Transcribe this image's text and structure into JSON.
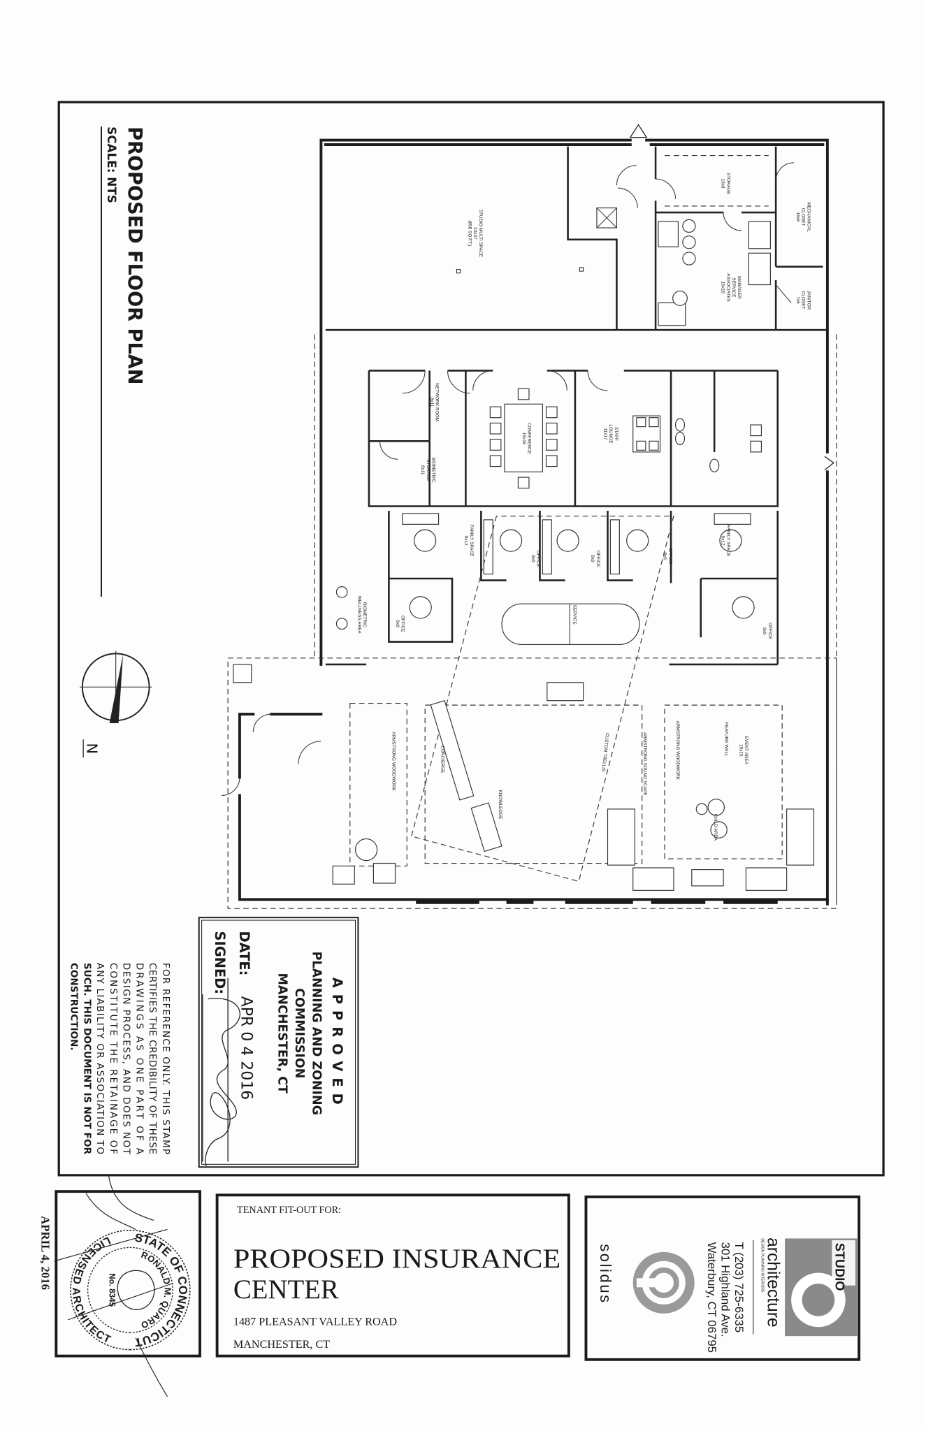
{
  "sheet": {
    "title": "PROPOSED FLOOR PLAN",
    "scale": "SCALE: NTS",
    "north_label": "N"
  },
  "rooms": {
    "studio_multi_space": [
      "STUDIO MULTI SPACE",
      "23x37",
      "(658 SQ FT.)"
    ],
    "storage": [
      "STORAGE",
      "15x8"
    ],
    "mechanical_closet": [
      "MECHANICAL",
      "CLOSET",
      "16x6"
    ],
    "janitor_closet": [
      "JANITOR",
      "CLOSET",
      "7x6"
    ],
    "manager_service": [
      "MANAGER",
      "SERVICE",
      "ASSOCIATES",
      "15x15"
    ],
    "network_room": [
      "NETWORK ROOM",
      "8x11"
    ],
    "biometric_storage": [
      "BIOMETRIC",
      "STORAGE",
      "8x11"
    ],
    "conference": [
      "CONFERENCE",
      "15x16"
    ],
    "staff_lounge": [
      "STAFF",
      "LOUNGE",
      "11x17"
    ],
    "family_space_left": [
      "FAMILY SPACE",
      "9x12"
    ],
    "family_space_right": [
      "FAMILY SPACE",
      "9x12"
    ],
    "office_1": [
      "OFFICE",
      "8x9"
    ],
    "office_2": [
      "OFFICE",
      "8x9"
    ],
    "office_3": [
      "OFFICE",
      "8x9"
    ],
    "office_lower_left": [
      "OFFICE",
      "8x9"
    ],
    "office_lower_right": [
      "OFFICE",
      "8x9"
    ],
    "service": [
      "SERVICE"
    ],
    "biometric_wellness": [
      "BIOMETRIC",
      "WELLNESS AREA"
    ],
    "concierge": [
      "CONCIERGE"
    ],
    "knowledge": [
      "KNOWLEDGE"
    ],
    "custom_trellis": [
      "CUSTOM TRELLIS"
    ],
    "armstrong_sound_scape": [
      "ARMSTRONG SOUND SCAPE"
    ],
    "armstrong_woodwork_left": [
      "ARMSTRONG WOODWORK"
    ],
    "armstrong_woodwork_right": [
      "ARMSTRONG WOODWORK"
    ],
    "event_area": [
      "EVENT AREA",
      "15x15"
    ],
    "feature_wall": [
      "FEATURE WALL"
    ],
    "child_area": [
      "CHILD AREA"
    ]
  },
  "stamp": {
    "heading": "APPROVED",
    "line1": "PLANNING AND ZONING",
    "line2": "COMMISSION",
    "line3": "MANCHESTER, CT",
    "date_label": "DATE:",
    "date_value": "APR 0 4 2016",
    "signed_label": "SIGNED:"
  },
  "disclaimer": [
    "FOR REFERENCE ONLY. THIS STAMP",
    "CERTIFIES THE CREDIBILITY OF THESE",
    "DRAWINGS AS ONE PART OF A",
    "DESIGN PROCESS, AND DOES NOT",
    "CONSTITUTE THE RETAINAGE OF",
    "ANY LIABILITY OR ASSOCIATION TO",
    "SUCH. THIS DOCUMENT IS NOT FOR",
    "CONSTRUCTION."
  ],
  "title_block": {
    "prefix": "TENANT FIT-OUT FOR:",
    "project_line1": "PROPOSED INSURANCE",
    "project_line2": "CENTER",
    "address": "1487 PLEASANT VALLEY ROAD",
    "city": "MANCHESTER, CT"
  },
  "firm": {
    "logo_text": "STUDIO",
    "name": "architecture",
    "tagline": "DESIGN  PLANNING  INTERIORS",
    "phone": "T (203) 725-6335",
    "street": "301 Highland Ave.",
    "city": "Waterbury, CT 06795",
    "partner": "solidus"
  },
  "seal": {
    "top": "STATE OF CONNECTICUT",
    "name": "RONALD M. QUARO",
    "number": "No. 8345",
    "bottom": "LICENSED ARCHITECT"
  },
  "handwritten_date": "APRIL 4, 2016",
  "colors": {
    "ink": "#1a1a1a",
    "paper": "#fdfdfd",
    "logo_gray": "#8a8a8a"
  }
}
